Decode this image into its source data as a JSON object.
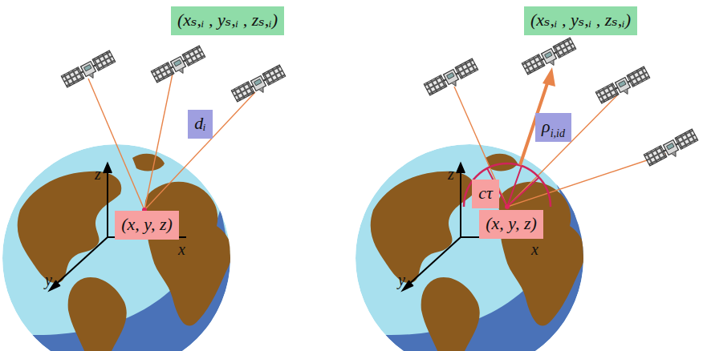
{
  "diagram": {
    "nodes": [
      {
        "text": [
          "(xₛ,ᵢ , yₛ,ᵢ , zₛ,ᵢ)"
        ]
      },
      {
        "text": [
          "dᵢ"
        ]
      },
      {
        "text": [
          "(x, y, z)"
        ]
      },
      {
        "text": [
          "(xₛ,ᵢ , yₛ,ᵢ , zₛ,ᵢ)"
        ]
      },
      {
        "text": [
          "ρ",
          "i,id"
        ]
      },
      {
        "text": [
          "cτ"
        ]
      },
      {
        "text": [
          "(x, y, z)"
        ]
      }
    ],
    "labels": [
      "z",
      "x",
      "y",
      "z",
      "x",
      "y"
    ]
  }
}
